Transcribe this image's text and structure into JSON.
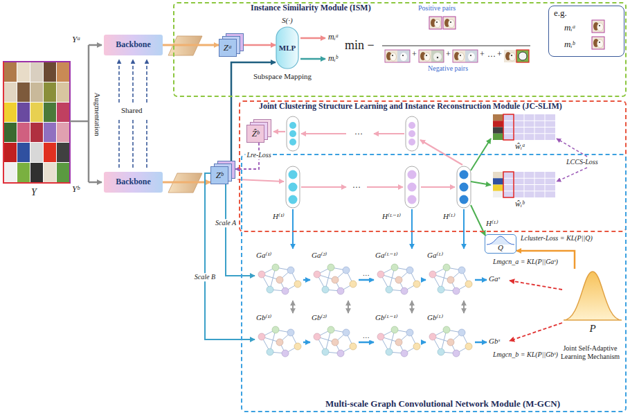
{
  "diagram": {
    "nodes": [
      {
        "text": [
          "Instance Similarity Module (ISM)"
        ]
      },
      {
        "text": [
          "Joint Clustering Structure Learning and Instance Reconstruction Module (JC-SLIM)"
        ]
      },
      {
        "text": [
          "Multi-scale Graph Convolutional Network Module (M-GCN)"
        ]
      },
      {
        "text": [
          "Backbone"
        ]
      },
      {
        "text": [
          "Backbone"
        ]
      },
      {
        "text": [
          "MLP"
        ],
        "in": 0
      },
      {
        "text": [
          "e.g.",
          "mᵢᵃ",
          "mᵢᵇ"
        ],
        "in": 0
      },
      {
        "text": [
          "Zᵃ"
        ],
        "in": 0
      },
      {
        "text": [
          "Ẑᵇ"
        ],
        "in": 1
      },
      {
        "text": [
          "Zᵇ"
        ]
      },
      {
        "text": [
          "Q"
        ],
        "in": 2
      },
      {
        "text": [
          "P"
        ],
        "in": 2
      },
      {
        "text": [
          "Ga⁽¹⁾"
        ],
        "in": 2
      },
      {
        "text": [
          "Ga⁽²⁾"
        ],
        "in": 2
      },
      {
        "text": [
          "Ga⁽ᴸ⁻¹⁾"
        ],
        "in": 2
      },
      {
        "text": [
          "Ga⁽ᴸ⁾"
        ],
        "in": 2
      },
      {
        "text": [
          "Gb⁽¹⁾"
        ],
        "in": 2
      },
      {
        "text": [
          "Gb⁽²⁾"
        ],
        "in": 2
      },
      {
        "text": [
          "Gb⁽ᴸ⁻¹⁾"
        ],
        "in": 2
      },
      {
        "text": [
          "Gb⁽ᴸ⁾"
        ],
        "in": 2
      }
    ],
    "edges": [
      {
        "from": 3,
        "to": 7,
        "arrow": "to"
      },
      {
        "from": 4,
        "to": 9,
        "arrow": "to"
      },
      {
        "from": 7,
        "to": 5,
        "arrow": "to"
      },
      {
        "from": 9,
        "to": 5,
        "arrow": "to"
      },
      {
        "from": 8,
        "to": 9,
        "arrow": "to",
        "label": "Lre-Loss"
      },
      {
        "from": 9,
        "to": 12,
        "arrow": "to",
        "label": "Scale A"
      },
      {
        "from": 9,
        "to": 16,
        "arrow": "to",
        "label": "Scale B"
      },
      {
        "from": 12,
        "to": 13,
        "arrow": "to"
      },
      {
        "from": 13,
        "to": 14,
        "arrow": "to",
        "label": "…"
      },
      {
        "from": 14,
        "to": 15,
        "arrow": "to"
      },
      {
        "from": 16,
        "to": 17,
        "arrow": "to"
      },
      {
        "from": 17,
        "to": 18,
        "arrow": "to",
        "label": "…"
      },
      {
        "from": 18,
        "to": 19,
        "arrow": "to"
      },
      {
        "from": 12,
        "to": 16,
        "arrow": "both"
      },
      {
        "from": 13,
        "to": 17,
        "arrow": "both"
      },
      {
        "from": 14,
        "to": 18,
        "arrow": "both"
      },
      {
        "from": 15,
        "to": 19,
        "arrow": "both"
      },
      {
        "from": 11,
        "to": 10,
        "arrow": "to"
      }
    ],
    "labels": [
      "Y",
      "Yᵃ",
      "Yᵇ",
      "Augmentation",
      "Shared",
      "S(·)",
      "Subspace Mapping",
      "mᵢᵃ",
      "mᵢᵇ",
      "min −",
      "Positive pairs",
      "+",
      "+",
      "+",
      "…",
      "+",
      "Negative pairs",
      "…",
      "ŵᵢᵃ",
      "ŵᵢᵇ",
      "LCCS-Loss",
      "…",
      "H⁽¹⁾",
      "H⁽ᴸ⁻¹⁾",
      "H⁽ᴸ⁾",
      "H⁽ᴸ⁾",
      "Lcluster-Loss = KL(P||Q)",
      "Gaˢ",
      "Lmgcn_a = KL(P||Gaˢ)",
      "Gbˢ",
      "Lmgcn_b = KL(P||Gbˢ)",
      "Joint Self-Adaptive Learning Mechanism"
    ]
  }
}
